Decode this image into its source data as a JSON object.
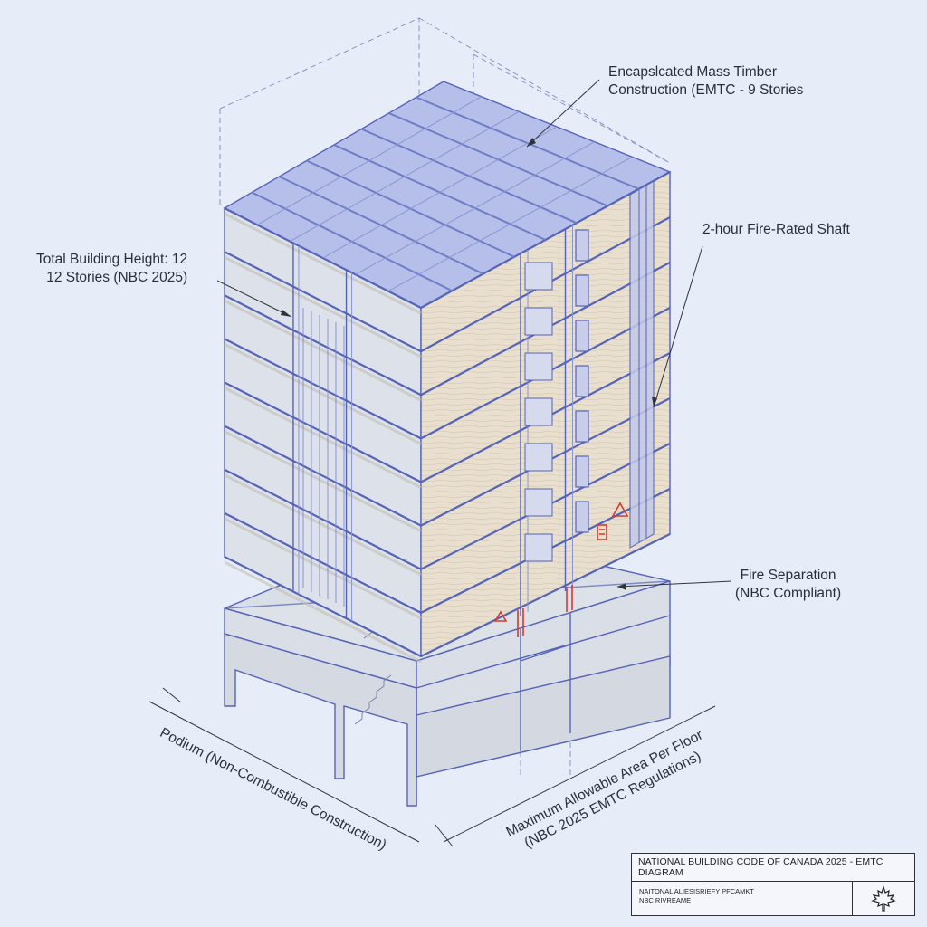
{
  "labels": {
    "emtc_line1": "Encapslcated Mass Timber",
    "emtc_line2": "Construction (EMTC - 9 Stories",
    "shaft": "2-hour Fire-Rated Shaft",
    "height_line1": "Total Building Height: 12",
    "height_line2": "12 Stories (NBC 2025)",
    "separation_line1": "Fire Separation",
    "separation_line2": "(NBC Compliant)",
    "podium": "Podium (Non-Combustible Construction)",
    "area_line1": "Maximum Allowable Area Per Floor",
    "area_line2": "(NBC 2025 EMTC Regulations)"
  },
  "title_block": {
    "title": "NATIONAL BUILDING CODE OF CANADA 2025 - EMTC DIAGRAM",
    "info_line1": "NAITONAL ALIESISRIEFY PFCAMKT",
    "info_line2": "NBC RIVREAME"
  },
  "colors": {
    "background": "#e7edf8",
    "outline": "#5563b8",
    "timber": "#e6dccb",
    "concrete": "#d9dde5",
    "roof": "#b3bdea",
    "fire_red": "#d43a2e"
  },
  "icons": {
    "title_block_logo": "maple-leaf-icon",
    "hazard": "fire-hazard-icon"
  }
}
